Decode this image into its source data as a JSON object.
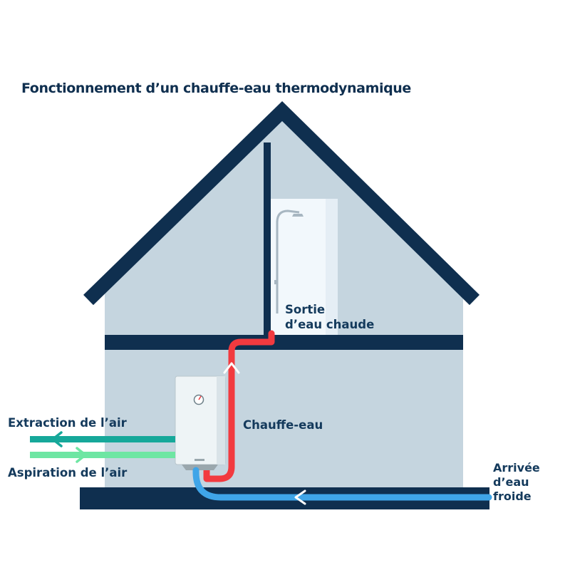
{
  "title": "Fonctionnement d’un chauffe-eau thermodynamique",
  "labels": {
    "hot_water_out_line1": "Sortie",
    "hot_water_out_line2": "d’eau chaude",
    "water_heater": "Chauffe-eau",
    "air_extraction": "Extraction de l’air",
    "air_intake": "Aspiration de l’air",
    "cold_water_in_line1": "Arrivée",
    "cold_water_in_line2": "d’eau",
    "cold_water_in_line3": "froide"
  },
  "colors": {
    "wall": "#c5d5df",
    "structure": "#0f2f4f",
    "hot_pipe": "#f23a3f",
    "cold_pipe": "#3fa5e8",
    "extraction_air": "#16a89a",
    "intake_air": "#6ee6a3",
    "shower_panel": "#f2f8fc",
    "heater_body": "#eef4f6"
  },
  "icons": [
    "shower-icon",
    "gauge-icon"
  ]
}
